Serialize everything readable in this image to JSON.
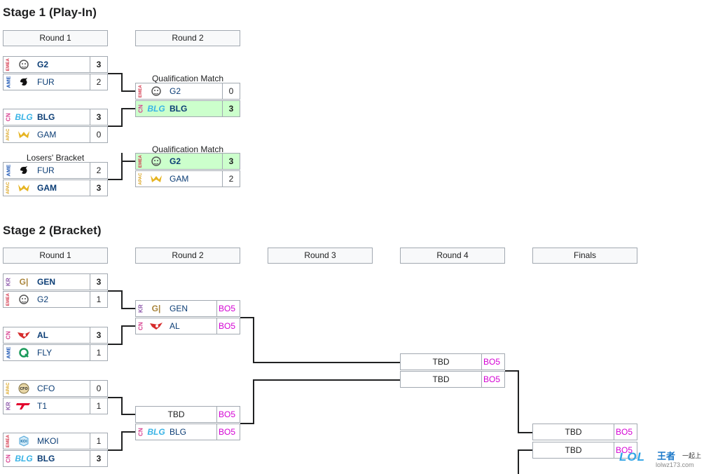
{
  "stage1": {
    "title": "Stage 1 (Play-In)",
    "rounds": [
      "Round 1",
      "Round 2"
    ],
    "qual_label": "Qualification Match",
    "losers_label": "Losers' Bracket",
    "r1_m1": [
      {
        "region": "EMEA",
        "name": "G2",
        "score": "3",
        "win": true
      },
      {
        "region": "AME",
        "name": "FUR",
        "score": "2",
        "win": false
      }
    ],
    "r1_m2": [
      {
        "region": "CN",
        "name": "BLG",
        "score": "3",
        "win": true
      },
      {
        "region": "APAC",
        "name": "GAM",
        "score": "0",
        "win": false
      }
    ],
    "r1_m3": [
      {
        "region": "AME",
        "name": "FUR",
        "score": "2",
        "win": false
      },
      {
        "region": "APAC",
        "name": "GAM",
        "score": "3",
        "win": true
      }
    ],
    "r2_m1": [
      {
        "region": "EMEA",
        "name": "G2",
        "score": "0",
        "win": false
      },
      {
        "region": "CN",
        "name": "BLG",
        "score": "3",
        "win": true
      }
    ],
    "r2_m2": [
      {
        "region": "EMEA",
        "name": "G2",
        "score": "3",
        "win": true
      },
      {
        "region": "APAC",
        "name": "GAM",
        "score": "2",
        "win": false
      }
    ]
  },
  "stage2": {
    "title": "Stage 2 (Bracket)",
    "rounds": [
      "Round 1",
      "Round 2",
      "Round 3",
      "Round 4",
      "Finals"
    ],
    "r1": [
      [
        {
          "region": "KR",
          "name": "GEN",
          "score": "3",
          "win": true
        },
        {
          "region": "EMEA",
          "name": "G2",
          "score": "1",
          "win": false
        }
      ],
      [
        {
          "region": "CN",
          "name": "AL",
          "score": "3",
          "win": true
        },
        {
          "region": "AME",
          "name": "FLY",
          "score": "1",
          "win": false
        }
      ],
      [
        {
          "region": "APAC",
          "name": "CFO",
          "score": "0",
          "win": false
        },
        {
          "region": "KR",
          "name": "T1",
          "score": "1",
          "win": false
        }
      ],
      [
        {
          "region": "EMEA",
          "name": "MKOI",
          "score": "1",
          "win": false
        },
        {
          "region": "CN",
          "name": "BLG",
          "score": "3",
          "win": true
        }
      ]
    ],
    "r2_m1": [
      {
        "region": "KR",
        "name": "GEN",
        "bo": "BO5"
      },
      {
        "region": "CN",
        "name": "AL",
        "bo": "BO5"
      }
    ],
    "r2_m2": [
      {
        "name": "TBD",
        "bo": "BO5"
      },
      {
        "region": "CN",
        "name": "BLG",
        "bo": "BO5"
      }
    ],
    "r4": [
      {
        "name": "TBD",
        "bo": "BO5"
      },
      {
        "name": "TBD",
        "bo": "BO5"
      }
    ],
    "finals": [
      {
        "name": "TBD",
        "bo": "BO5"
      },
      {
        "name": "TBD",
        "bo": "BO5"
      }
    ]
  },
  "colors": {
    "winner_highlight": "#ccffcc",
    "bo_text": "#d400d4",
    "team_link": "#0b3d75",
    "header_bg": "#f8f9fa"
  },
  "watermark": {
    "logo_text": "LOL",
    "cn_text": "王者",
    "sub_text": "一起上",
    "url": "lolwz173.com"
  }
}
